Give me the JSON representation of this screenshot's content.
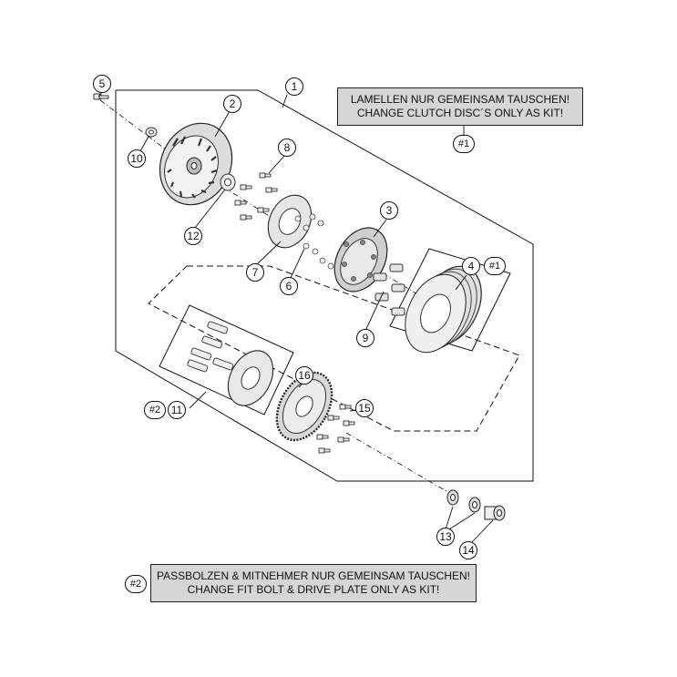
{
  "notes": {
    "disc_kit": {
      "line1": "LAMELLEN NUR GEMEINSAM TAUSCHEN!",
      "line2": "CHANGE CLUTCH DISC´S ONLY AS KIT!",
      "ref": "#1"
    },
    "bolt_kit": {
      "ref": "#2",
      "line1": "PASSBOLZEN & MITNEHMER NUR GEMEINSAM TAUSCHEN!",
      "line2": "CHANGE FIT BOLT & DRIVE PLATE ONLY AS KIT!"
    }
  },
  "callouts": {
    "c1": "1",
    "c2": "2",
    "c3": "3",
    "c4": "4",
    "c5": "5",
    "c6": "6",
    "c7": "7",
    "c8": "8",
    "c9": "9",
    "c10": "10",
    "c11": "11",
    "c12": "12",
    "c13": "13",
    "c14": "14",
    "c15": "15",
    "c16": "16",
    "r4": "#1",
    "r11": "#2"
  },
  "colors": {
    "note_bg": "#d6d6d6",
    "line": "#111111"
  }
}
